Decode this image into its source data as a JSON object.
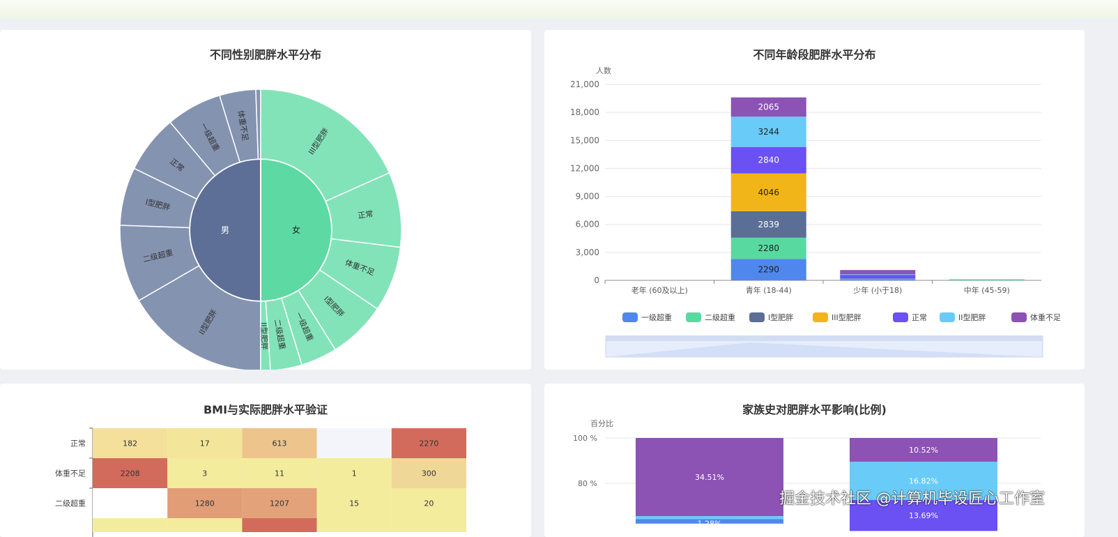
{
  "sunburst": {
    "title": "不同性别肥胖水平分布",
    "colors": {
      "男": "#5d6f96",
      "男_outer": "#8493b0",
      "女": "#5dd9a4",
      "女_outer": "#82e3b8"
    },
    "groups": [
      {
        "name": "男",
        "children": [
          {
            "name": "II型肥胖",
            "value": 60
          },
          {
            "name": "二级超重",
            "value": 32
          },
          {
            "name": "I型肥胖",
            "value": 24
          },
          {
            "name": "正常",
            "value": 24
          },
          {
            "name": "一级超重",
            "value": 23
          },
          {
            "name": "体重不足",
            "value": 15
          },
          {
            "name": "III型肥胖",
            "value": 2
          }
        ]
      },
      {
        "name": "女",
        "children": [
          {
            "name": "III型肥胖",
            "value": 66
          },
          {
            "name": "正常",
            "value": 31
          },
          {
            "name": "体重不足",
            "value": 27
          },
          {
            "name": "I型肥胖",
            "value": 24
          },
          {
            "name": "一级超重",
            "value": 15
          },
          {
            "name": "二级超重",
            "value": 13
          },
          {
            "name": "II型肥胖",
            "value": 4
          }
        ]
      }
    ]
  },
  "chart_data": [
    {
      "type": "bar",
      "title": "不同年龄段肥胖水平分布",
      "ylabel": "人数",
      "ylim": [
        0,
        21000
      ],
      "yticks": [
        "0",
        "3,000",
        "6,000",
        "9,000",
        "12,000",
        "15,000",
        "18,000",
        "21,000"
      ],
      "stacked": true,
      "categories": [
        "老年 (60及以上)",
        "青年 (18-44)",
        "少年 (小于18)",
        "中年 (45-59)"
      ],
      "legend_position": "bottom",
      "series": [
        {
          "name": "一级超重",
          "color": "#5087ec",
          "values": [
            0,
            2290,
            120,
            0
          ]
        },
        {
          "name": "二级超重",
          "color": "#58d9a0",
          "values": [
            0,
            2280,
            60,
            120
          ]
        },
        {
          "name": "I型肥胖",
          "color": "#5b6e96",
          "values": [
            0,
            2839,
            0,
            0
          ]
        },
        {
          "name": "III型肥胖",
          "color": "#f2b519",
          "values": [
            0,
            4046,
            0,
            0
          ]
        },
        {
          "name": "正常",
          "color": "#6b50f4",
          "values": [
            0,
            2840,
            428,
            0
          ]
        },
        {
          "name": "II型肥胖",
          "color": "#69cbf8",
          "values": [
            0,
            3244,
            40,
            0
          ]
        },
        {
          "name": "体重不足",
          "color": "#8c52b4",
          "values": [
            0,
            2065,
            458,
            0
          ]
        }
      ]
    },
    {
      "type": "heatmap",
      "title": "BMI与实际肥胖水平验证",
      "rows": [
        "正常",
        "体重不足",
        "二级超重"
      ],
      "values": [
        [
          182,
          17,
          613,
          null,
          2270
        ],
        [
          2208,
          3,
          11,
          1,
          300
        ],
        [
          null,
          1280,
          1207,
          15,
          20
        ]
      ],
      "cell_colors": [
        [
          "#f4e09b",
          "#f3e69a",
          "#ecc48c",
          "#f4f5fb",
          "#d26b5c"
        ],
        [
          "#d26b5c",
          "#f3ec9c",
          "#f3ec9c",
          "#f3ec9c",
          "#efd897"
        ],
        [
          "#ffffff",
          "#e19d76",
          "#e3a27a",
          "#f3ec9c",
          "#f3ec9c"
        ]
      ]
    },
    {
      "type": "bar",
      "title": "家族史对肥胖水平影响(比例)",
      "ylabel": "百分比",
      "yticks": [
        "80 %",
        "100 %"
      ],
      "stacked": true,
      "bars": [
        {
          "segments": [
            {
              "label": "34.51%",
              "value": 34.51,
              "color": "#8c52b4"
            },
            {
              "label": "1.28%",
              "value": 1.28,
              "color": "#69cbf8"
            },
            {
              "label": "",
              "value": 2,
              "color": "#5087ec"
            }
          ]
        },
        {
          "segments": [
            {
              "label": "10.52%",
              "value": 10.52,
              "color": "#8c52b4"
            },
            {
              "label": "16.82%",
              "value": 16.82,
              "color": "#69cbf8"
            },
            {
              "label": "13.69%",
              "value": 13.69,
              "color": "#6b50f4"
            }
          ]
        }
      ]
    }
  ],
  "watermark": "掘金技术社区 @计算机毕设匠心工作室"
}
